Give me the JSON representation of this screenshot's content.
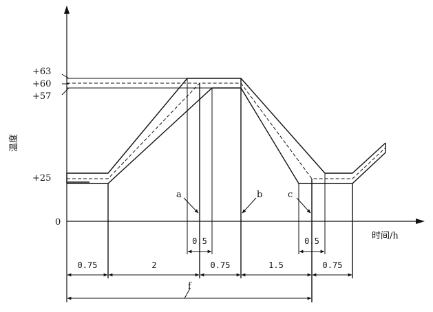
{
  "diagram": {
    "y_axis_label": "温度",
    "x_axis_label": "时间/h",
    "y_ticks": {
      "t63": "+63",
      "t60": "+60",
      "t57": "+57",
      "t25": "+25",
      "t0": "0"
    },
    "markers": {
      "a": "a",
      "b": "b",
      "c": "c"
    },
    "segments": {
      "s1": "0.75",
      "s2": "2",
      "s3": "0.75",
      "s4": "1.5",
      "s5": "0.75",
      "hold1": "0.5",
      "hold2": "0.5"
    },
    "total_label": "f"
  }
}
